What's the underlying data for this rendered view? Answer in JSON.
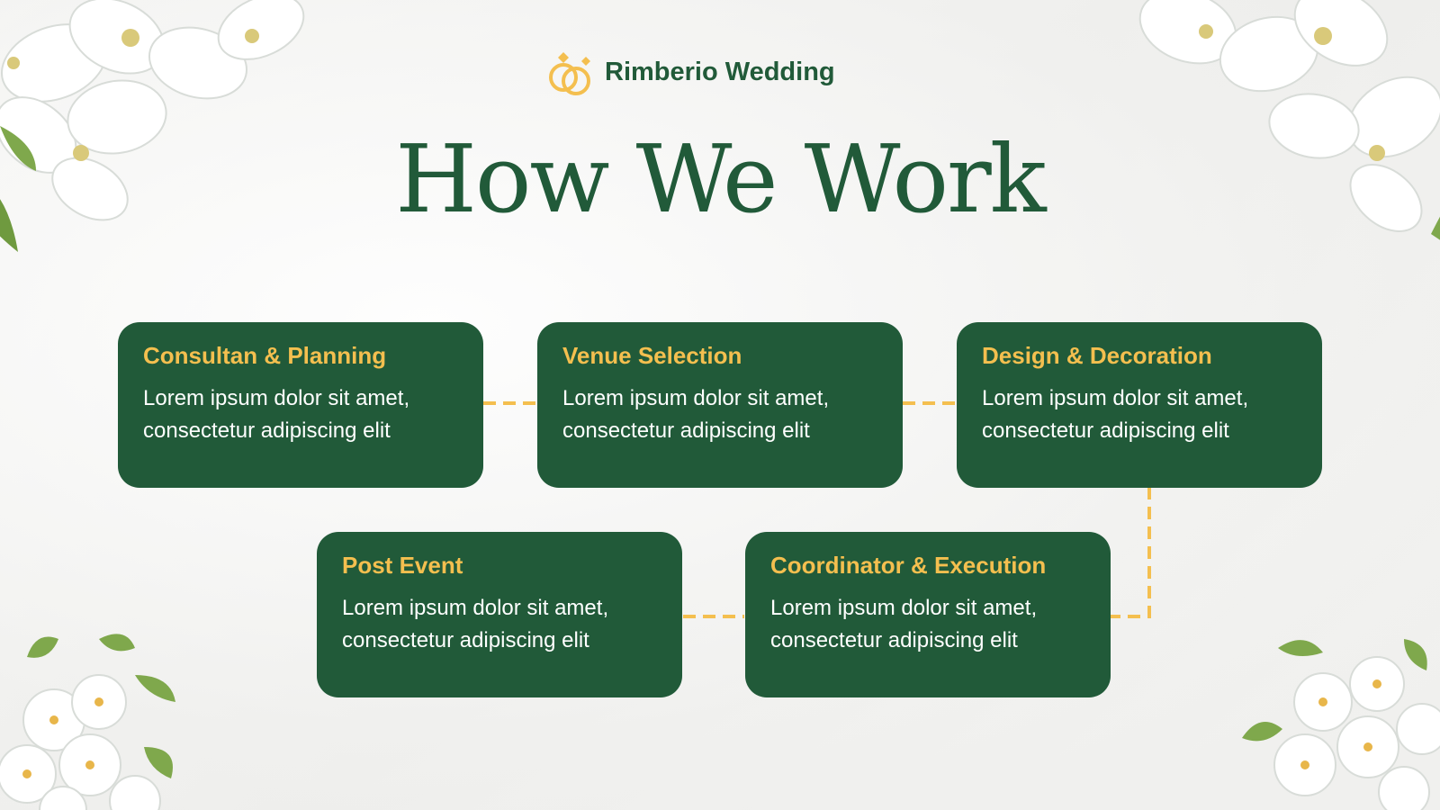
{
  "brand": {
    "name": "Rimberio Wedding",
    "icon": "wedding-rings-icon",
    "icon_color": "#f4bf4f"
  },
  "title": "How We Work",
  "colors": {
    "card_bg": "#215a39",
    "card_title": "#f4bf4f",
    "card_text": "#ffffff",
    "connector": "#f4bf4f",
    "heading": "#215a39"
  },
  "steps": [
    {
      "title": "Consultan & Planning",
      "description": "Lorem ipsum dolor sit amet, consectetur adipiscing elit"
    },
    {
      "title": "Venue Selection",
      "description": "Lorem ipsum dolor sit amet, consectetur adipiscing elit"
    },
    {
      "title": "Design & Decoration",
      "description": "Lorem ipsum dolor sit amet, consectetur adipiscing elit"
    },
    {
      "title": "Coordinator & Execution",
      "description": "Lorem ipsum dolor sit amet, consectetur adipiscing elit"
    },
    {
      "title": "Post Event",
      "description": "Lorem ipsum dolor sit amet, consectetur adipiscing elit"
    }
  ],
  "decorations": [
    "white-flower-cluster-icon"
  ]
}
